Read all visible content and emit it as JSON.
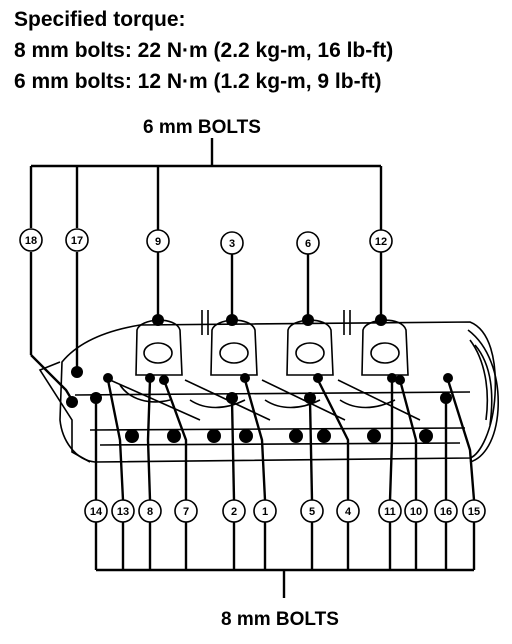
{
  "spec": {
    "title": "Specified torque:",
    "line_8mm": "8 mm bolts: 22 N·m (2.2 kg-m, 16 lb-ft)",
    "line_6mm": "6 mm bolts: 12 N·m (1.2 kg-m, 9 lb-ft)"
  },
  "labels": {
    "top": "6 mm BOLTS",
    "bottom": "8 mm BOLTS"
  },
  "callouts_top": [
    "18",
    "17",
    "9",
    "3",
    "6",
    "12"
  ],
  "callouts_bottom": [
    "14",
    "13",
    "8",
    "7",
    "2",
    "1",
    "5",
    "4",
    "11",
    "10",
    "16",
    "15"
  ]
}
